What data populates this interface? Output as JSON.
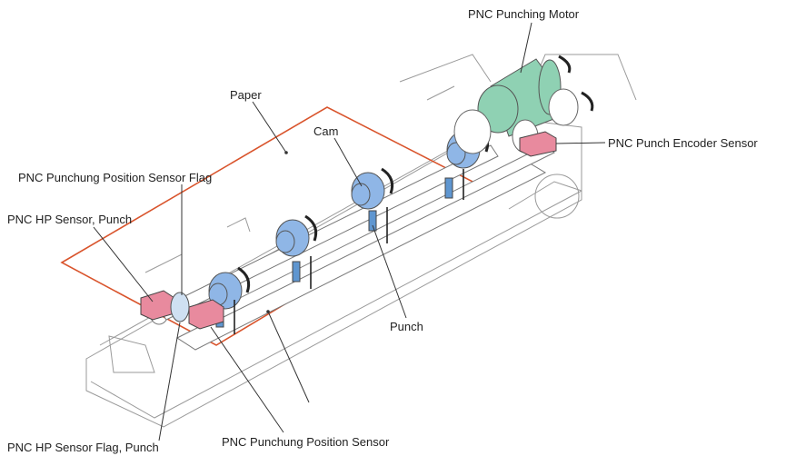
{
  "labels": {
    "motor": "PNC Punching Motor",
    "paper": "Paper",
    "cam": "Cam",
    "encoder_sensor": "PNC Punch Encoder Sensor",
    "position_sensor_flag": "PNC Punchung Position Sensor Flag",
    "hp_sensor": "PNC HP Sensor, Punch",
    "punch": "Punch",
    "hp_sensor_flag": "PNC HP Sensor Flag, Punch",
    "position_sensor": "PNC Punchung Position Sensor"
  },
  "colors": {
    "paper_outline": "#d9542c",
    "cam": "#8fb6e6",
    "motor": "#8fd1b3",
    "sensor": "#e88a9e",
    "punch_pin": "#5f96d0",
    "line": "#555555"
  }
}
